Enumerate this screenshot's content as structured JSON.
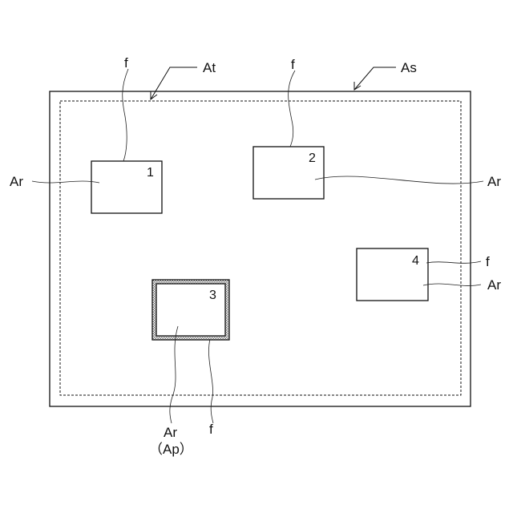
{
  "colors": {
    "line": "#111111",
    "background": "#ffffff",
    "hatch": "#888888"
  },
  "labels": {
    "area_s": "As",
    "area_t": "At",
    "region": "Ar",
    "frame": "f",
    "region_paren": "（Ap）"
  },
  "regions": [
    {
      "number": "1"
    },
    {
      "number": "2"
    },
    {
      "number": "3",
      "highlighted": true
    },
    {
      "number": "4"
    }
  ]
}
